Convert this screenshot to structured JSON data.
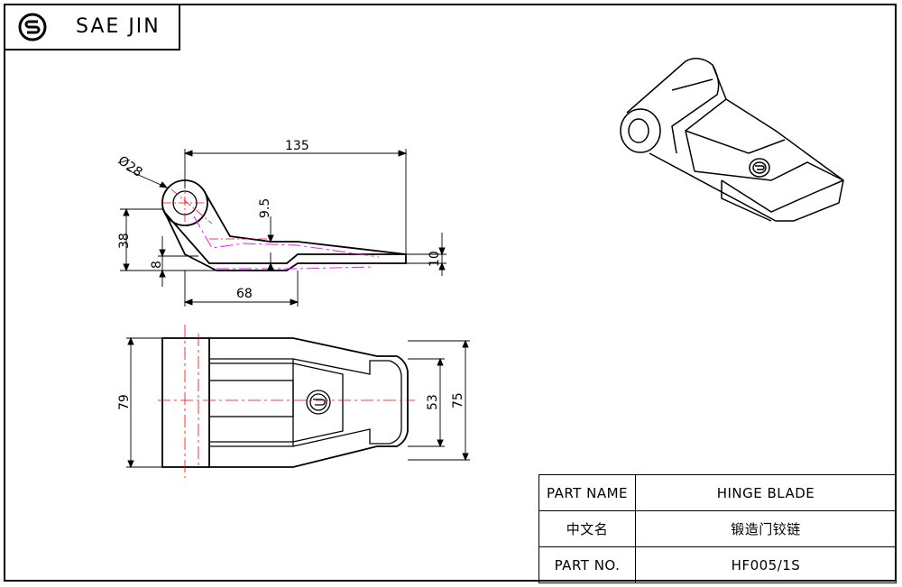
{
  "brand": {
    "name": "SAE JIN",
    "logo_icon": "sj-logo-icon"
  },
  "dimensions": {
    "diameter": "Ø28",
    "overall_length": "135",
    "thickness_step": "9.5",
    "height": "38",
    "plate_thickness": "8",
    "tip_thickness": "10",
    "straight_length": "68",
    "width_total": "79",
    "width_inner": "53",
    "width_outer": "75"
  },
  "title_block": {
    "rows": [
      {
        "label": "PART NAME",
        "value": "HINGE BLADE"
      },
      {
        "label": "中文名",
        "value": "锻造门铰链"
      },
      {
        "label": "PART NO.",
        "value": "HF005/1S"
      }
    ]
  },
  "colors": {
    "centerline": "#ff0000",
    "hidden": "#ff00ff",
    "line": "#000000"
  }
}
